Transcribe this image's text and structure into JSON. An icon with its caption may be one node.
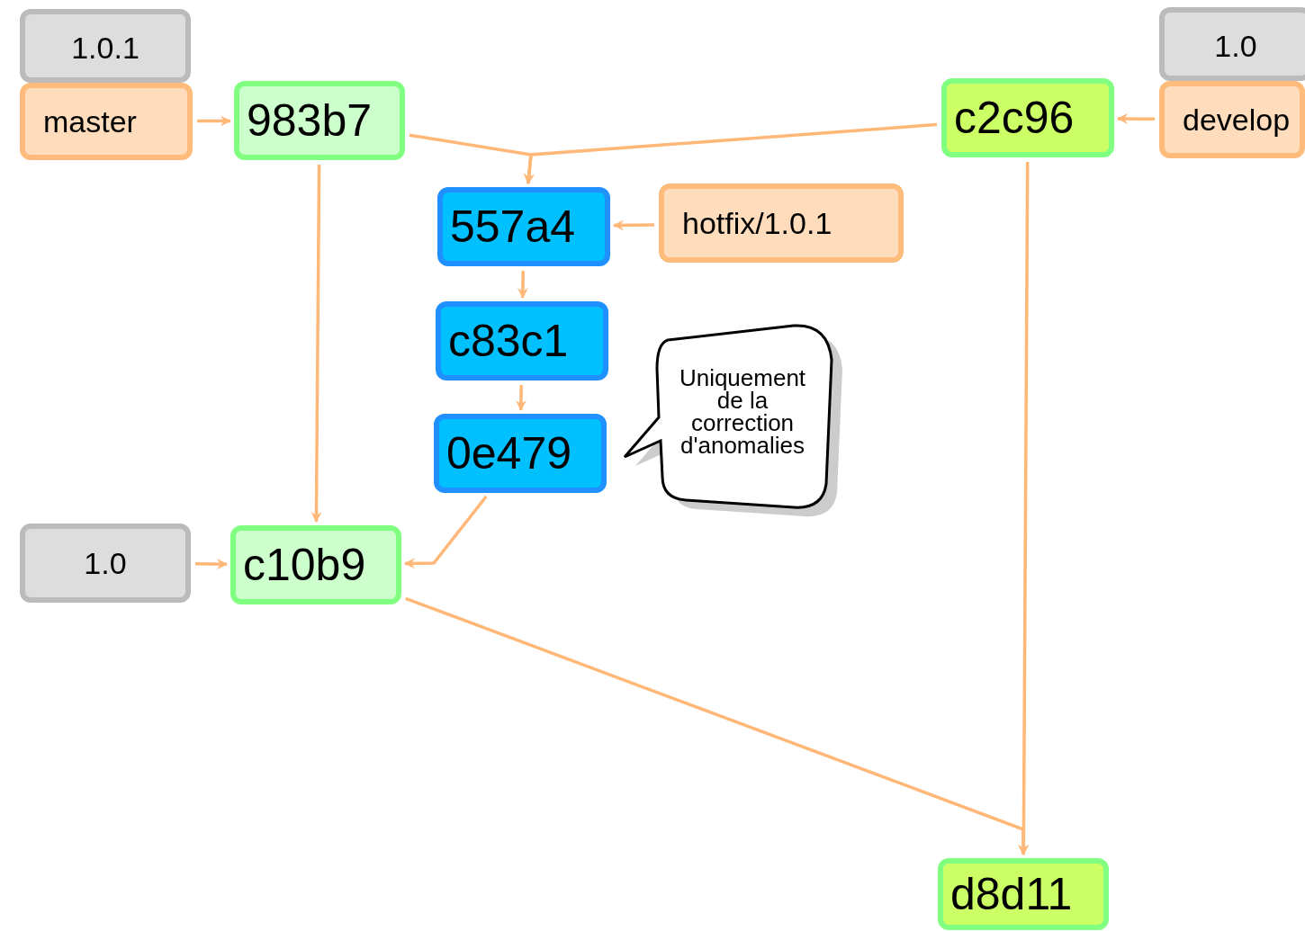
{
  "diagram": {
    "nodes": [
      {
        "text": [
          "1.0.1"
        ]
      },
      {
        "text": [
          "master"
        ]
      },
      {
        "text": [
          "983b7"
        ]
      },
      {
        "text": [
          "1.0"
        ]
      },
      {
        "text": [
          "develop"
        ]
      },
      {
        "text": [
          "c2c96"
        ]
      },
      {
        "text": [
          "557a4"
        ]
      },
      {
        "text": [
          "hotfix/1.0.1"
        ]
      },
      {
        "text": [
          "c83c1"
        ]
      },
      {
        "text": [
          "0e479"
        ]
      },
      {
        "text": [
          "Uniquement de la correction d'anomalies"
        ]
      },
      {
        "text": [
          "1.0"
        ]
      },
      {
        "text": [
          "c10b9"
        ]
      },
      {
        "text": [
          "d8d11"
        ]
      }
    ],
    "edges": [
      {
        "from": 1,
        "to": 2,
        "arrow": "to"
      },
      {
        "from": 2,
        "to": 6,
        "arrow": "to"
      },
      {
        "from": 5,
        "to": 6,
        "arrow": "to"
      },
      {
        "from": 7,
        "to": 6,
        "arrow": "to"
      },
      {
        "from": 4,
        "to": 5,
        "arrow": "to"
      },
      {
        "from": 6,
        "to": 8,
        "arrow": "to"
      },
      {
        "from": 8,
        "to": 9,
        "arrow": "to"
      },
      {
        "from": 9,
        "to": 12,
        "arrow": "to"
      },
      {
        "from": 2,
        "to": 12,
        "arrow": "to"
      },
      {
        "from": 11,
        "to": 12,
        "arrow": "to"
      },
      {
        "from": 12,
        "to": 13,
        "arrow": "to"
      },
      {
        "from": 5,
        "to": 13,
        "arrow": "to"
      }
    ]
  }
}
